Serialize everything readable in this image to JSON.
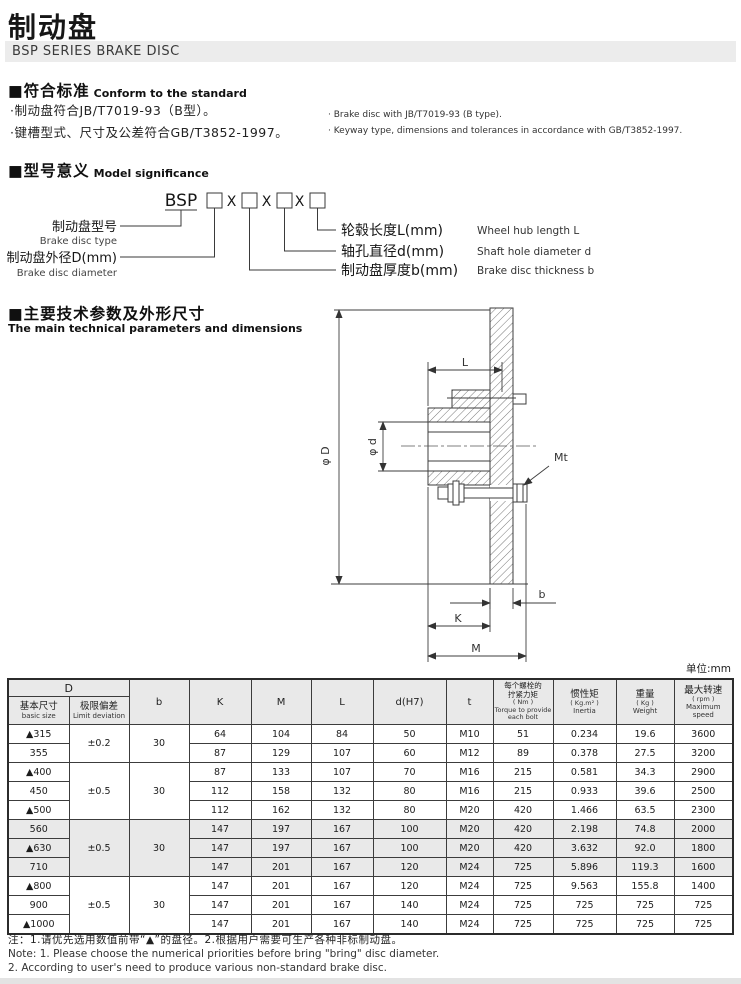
{
  "page": {
    "title_zh": "制动盘",
    "series_bar": "BSP SERIES BRAKE DISC",
    "unit_note": "单位:mm"
  },
  "standards": {
    "heading_zh": "■符合标准",
    "heading_en": "Conform to the standard",
    "bullets_zh": [
      "·制动盘符合JB/T7019-93（B型）。",
      "·键槽型式、尺寸及公差符合GB/T3852-1997。"
    ],
    "bullets_en": [
      "· Brake disc with JB/T7019-93 (B type).",
      "· Keyway type, dimensions and tolerances in accordance with GB/T3852-1997."
    ]
  },
  "model": {
    "heading_zh": "■型号意义",
    "heading_en": "Model significance",
    "code": "BSP",
    "separator": "X",
    "left_labels": [
      {
        "zh": "制动盘型号",
        "en": "Brake disc type"
      },
      {
        "zh": "制动盘外径D(mm)",
        "en": "Brake disc diameter"
      }
    ],
    "right_labels": [
      {
        "zh": "轮毂长度L(mm)",
        "en": "Wheel hub length L"
      },
      {
        "zh": "轴孔直径d(mm)",
        "en": "Shaft hole diameter d"
      },
      {
        "zh": "制动盘厚度b(mm)",
        "en": "Brake disc thickness b"
      }
    ]
  },
  "params": {
    "heading_zh": "■主要技术参数及外形尺寸",
    "heading_en": "The main technical parameters and dimensions"
  },
  "drawing": {
    "labels": {
      "phiD": "φ D",
      "phid": "φ d",
      "L": "L",
      "K": "K",
      "M": "M",
      "b": "b",
      "Mt": "Mt"
    }
  },
  "table": {
    "header": {
      "d": "D",
      "basic": {
        "zh": "基本尺寸",
        "en": "basic size"
      },
      "dev": {
        "zh": "极限偏差",
        "en": "Limit deviation"
      },
      "b": "b",
      "k": "K",
      "m": "M",
      "l": "L",
      "dh7": "d(H7)",
      "t": "t",
      "torque": {
        "zh1": "每个螺栓的",
        "zh2": "拧紧力矩",
        "unit": "( Nm )",
        "en1": "Torque to provide",
        "en2": "each bolt"
      },
      "inertia": {
        "zh": "惯性矩",
        "unit": "( Kg.m² )",
        "en": "Inertia"
      },
      "weight": {
        "zh": "重量",
        "unit": "( Kg )",
        "en": "Weight"
      },
      "speed": {
        "zh": "最大转速",
        "unit": "( rpm )",
        "en": "Maximum speed"
      }
    },
    "groups": [
      {
        "dev": "±0.2",
        "b": "30",
        "shaded": false,
        "rows": [
          {
            "size": "▲315",
            "cells": [
              "64",
              "104",
              "84",
              "50",
              "M10",
              "51",
              "0.234",
              "19.6",
              "3600"
            ]
          },
          {
            "size": "355",
            "cells": [
              "87",
              "129",
              "107",
              "60",
              "M12",
              "89",
              "0.378",
              "27.5",
              "3200"
            ]
          }
        ]
      },
      {
        "dev": "±0.5",
        "b": "30",
        "shaded": false,
        "rows": [
          {
            "size": "▲400",
            "cells": [
              "87",
              "133",
              "107",
              "70",
              "M16",
              "215",
              "0.581",
              "34.3",
              "2900"
            ]
          },
          {
            "size": "450",
            "cells": [
              "112",
              "158",
              "132",
              "80",
              "M16",
              "215",
              "0.933",
              "39.6",
              "2500"
            ]
          },
          {
            "size": "▲500",
            "cells": [
              "112",
              "162",
              "132",
              "80",
              "M20",
              "420",
              "1.466",
              "63.5",
              "2300"
            ]
          }
        ]
      },
      {
        "dev": "±0.5",
        "b": "30",
        "shaded": true,
        "rows": [
          {
            "size": "560",
            "cells": [
              "147",
              "197",
              "167",
              "100",
              "M20",
              "420",
              "2.198",
              "74.8",
              "2000"
            ]
          },
          {
            "size": "▲630",
            "cells": [
              "147",
              "197",
              "167",
              "100",
              "M20",
              "420",
              "3.632",
              "92.0",
              "1800"
            ]
          },
          {
            "size": "710",
            "cells": [
              "147",
              "201",
              "167",
              "120",
              "M24",
              "725",
              "5.896",
              "119.3",
              "1600"
            ]
          }
        ]
      },
      {
        "dev": "±0.5",
        "b": "30",
        "shaded": false,
        "rows": [
          {
            "size": "▲800",
            "cells": [
              "147",
              "201",
              "167",
              "120",
              "M24",
              "725",
              "9.563",
              "155.8",
              "1400"
            ]
          },
          {
            "size": "900",
            "cells": [
              "147",
              "201",
              "167",
              "140",
              "M24",
              "725",
              "725",
              "725",
              "725"
            ]
          },
          {
            "size": "▲1000",
            "cells": [
              "147",
              "201",
              "167",
              "140",
              "M24",
              "725",
              "725",
              "725",
              "725"
            ]
          }
        ]
      }
    ]
  },
  "notes": {
    "zh": "注：1.请优先选用数值前带“▲”的盘径。2.根据用户需要可生产各种非标制动盘。",
    "en1": "Note: 1. Please choose the numerical priorities before bring \"bring\" disc diameter.",
    "en2": "2. According to user's need to produce various non-standard brake disc."
  }
}
